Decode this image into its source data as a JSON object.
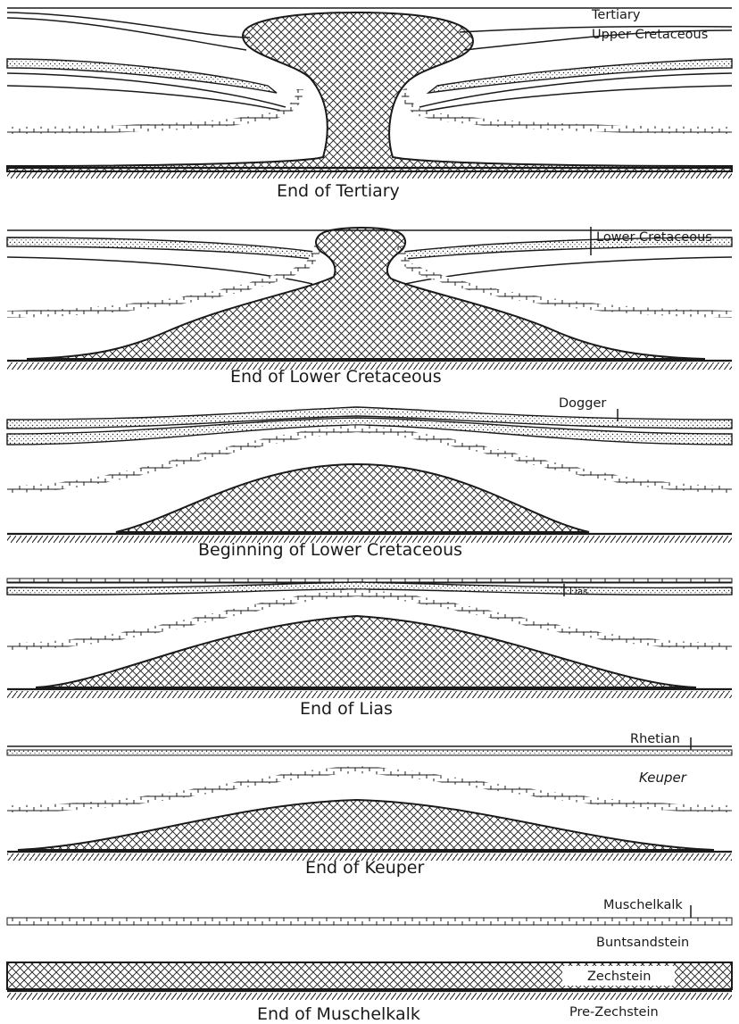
{
  "panels": [
    {
      "caption": "End of Tertiary",
      "labels": [
        "Tertiary",
        "Upper Cretaceous"
      ]
    },
    {
      "caption": "End of Lower Cretaceous",
      "labels": [
        "Lower Cretaceous"
      ]
    },
    {
      "caption": "Beginning of Lower Cretaceous",
      "labels": [
        "Dogger"
      ]
    },
    {
      "caption": "End of Lias",
      "labels": [
        "Lias"
      ]
    },
    {
      "caption": "End of Keuper",
      "labels": [
        "Rhetian",
        "Keuper"
      ]
    },
    {
      "caption": "End of Muschelkalk",
      "labels": [
        "Muschelkalk",
        "Buntsandstein",
        "Zechstein",
        "Pre-Zechstein"
      ]
    }
  ]
}
